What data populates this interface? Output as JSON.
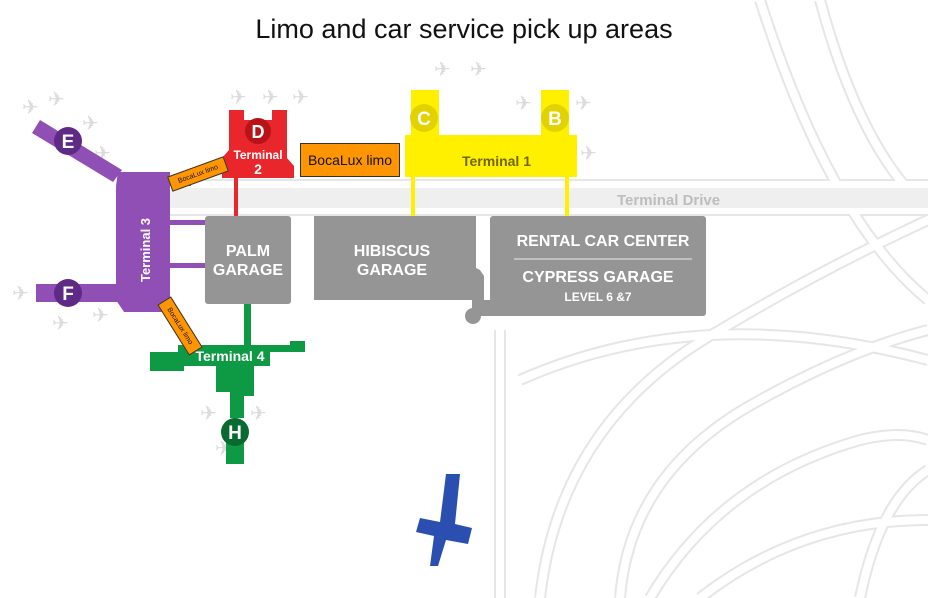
{
  "title": "Limo and car service  pick up areas",
  "road_label": "Terminal Drive",
  "terminals": {
    "t1": "Terminal 1",
    "t2_word": "Terminal",
    "t2_num": "2",
    "t3": "Terminal 3",
    "t4": "Terminal 4"
  },
  "concourses": {
    "b": "B",
    "c": "C",
    "d": "D",
    "e": "E",
    "f": "F",
    "h": "H"
  },
  "garages": {
    "palm_1": "PALM",
    "palm_2": "GARAGE",
    "hibiscus_1": "HIBISCUS",
    "hibiscus_2": "GARAGE",
    "rental": "RENTAL CAR CENTER",
    "cypress": "CYPRESS GARAGE",
    "cypress_levels": "LEVEL 6 &7"
  },
  "limo_labels": {
    "main": "BocaLux limo",
    "t3_north": "BocaLux limo",
    "t3_south": "BocaLux limo"
  },
  "colors": {
    "terminal1": "#fff000",
    "terminal2": "#e8262b",
    "terminal3": "#8f4fb5",
    "terminal4": "#0e9a45",
    "garage": "#959595",
    "limo_tag": "#ff9500",
    "blue_plane": "#2a4fb0",
    "road_outline": "#e4e4e4"
  }
}
